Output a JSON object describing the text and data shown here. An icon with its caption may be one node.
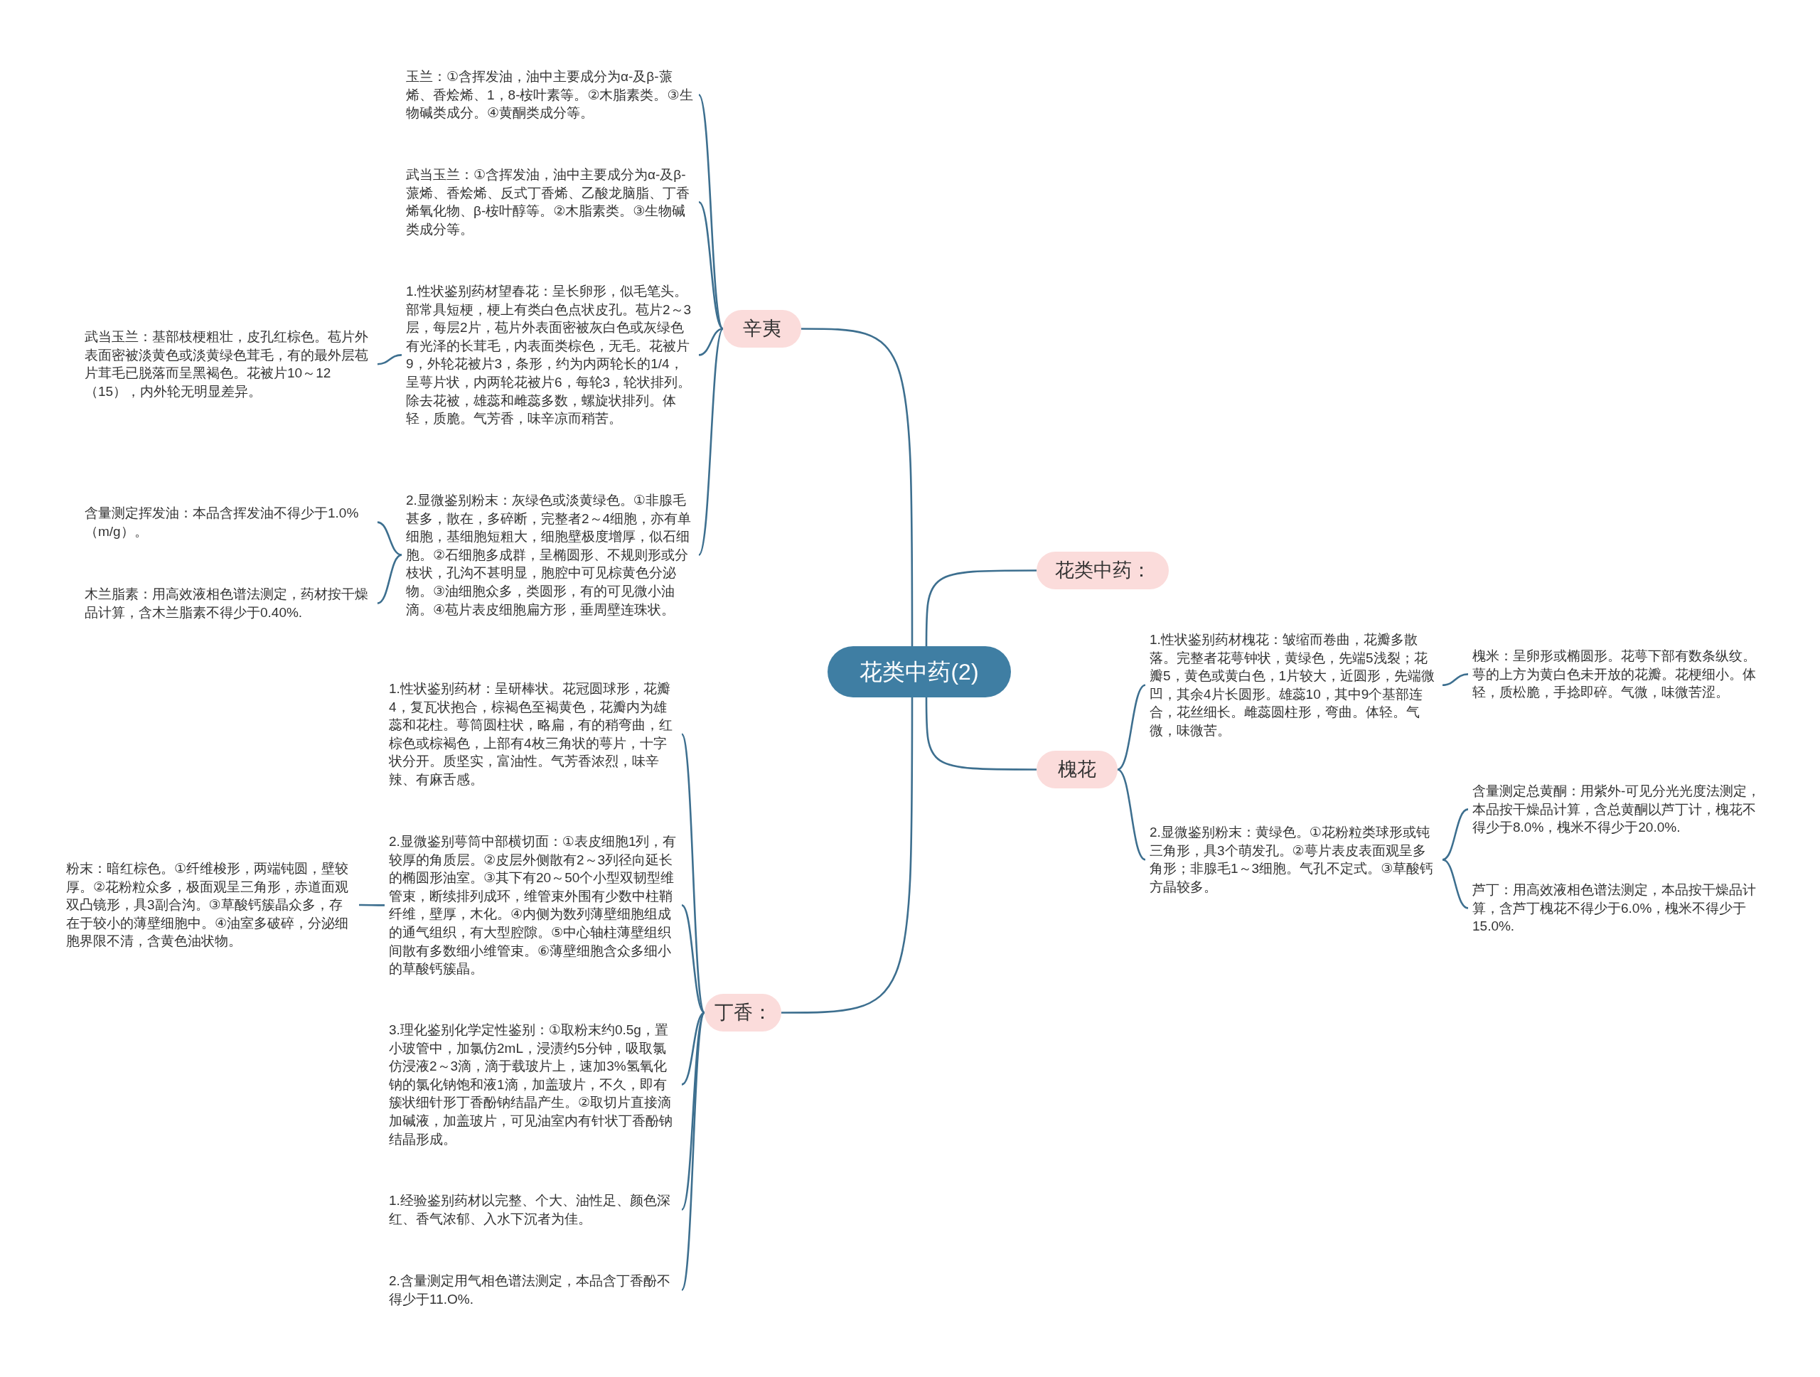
{
  "diagram": {
    "nodes": [
      {
        "text": [
          "花类中药(2)"
        ]
      },
      {
        "text": [
          "辛夷"
        ]
      },
      {
        "text": [
          "花类中药："
        ]
      },
      {
        "text": [
          "槐花"
        ]
      },
      {
        "text": [
          "丁香："
        ]
      },
      {
        "text": [
          "玉兰：①含挥发油，油中主要成分为α-及β-蒎烯、香烩烯、1，8-桉叶素等。②木脂素类。③生物碱类成分。④黄酮类成分等。"
        ]
      },
      {
        "text": [
          "武当玉兰：①含挥发油，油中主要成分为α-及β-蒎烯、香烩烯、反式丁香烯、乙酸龙脑脂、丁香烯氧化物、β-桉叶醇等。②木脂素类。③生物碱类成分等。"
        ]
      },
      {
        "text": [
          "1.性状鉴别药材望春花：呈长卵形，似毛笔头。部常具短梗，梗上有类白色点状皮孔。苞片2～3层，每层2片，苞片外表面密被灰白色或灰绿色有光泽的长茸毛，内表面类棕色，无毛。花被片9，外轮花被片3，条形，约为内两轮长的1/4，呈萼片状，内两轮花被片6，每轮3，轮状排列。除去花被，雄蕊和雌蕊多数，螺旋状排列。体轻，质脆。气芳香，味辛凉而稍苦。"
        ]
      },
      {
        "text": [
          "武当玉兰：基部枝梗粗壮，皮孔红棕色。苞片外表面密被淡黄色或淡黄绿色茸毛，有的最外层苞片茸毛已脱落而呈黑褐色。花被片10～12（15），内外轮无明显差异。"
        ]
      },
      {
        "text": [
          "2.显微鉴别粉末：灰绿色或淡黄绿色。①非腺毛甚多，散在，多碎断，完整者2～4细胞，亦有单细胞，基细胞短粗大，细胞壁极度增厚，似石细胞。②石细胞多成群，呈椭圆形、不规则形或分枝状，孔沟不甚明显，胞腔中可见棕黄色分泌物。③油细胞众多，类圆形，有的可见微小油滴。④苞片表皮细胞扁方形，垂周壁连珠状。"
        ]
      },
      {
        "text": [
          "含量测定挥发油：本品含挥发油不得少于1.0%（m/g）。"
        ]
      },
      {
        "text": [
          "木兰脂素：用高效液相色谱法测定，药材按干燥品计算，含木兰脂素不得少于0.40%."
        ]
      },
      {
        "text": [
          "1.性状鉴别药材：呈研棒状。花冠圆球形，花瓣4，复瓦状抱合，棕褐色至褐黄色，花瓣内为雄蕊和花柱。萼筒圆柱状，略扁，有的稍弯曲，红棕色或棕褐色，上部有4枚三角状的萼片，十字状分开。质坚实，富油性。气芳香浓烈，味辛辣、有麻舌感。"
        ]
      },
      {
        "text": [
          "2.显微鉴别萼筒中部横切面：①表皮细胞1列，有较厚的角质层。②皮层外侧散有2～3列径向延长的椭圆形油室。③其下有20～50个小型双韧型维管束，断续排列成环，维管束外围有少数中柱鞘纤维，壁厚，木化。④内侧为数列薄壁细胞组成的通气组织，有大型腔隙。⑤中心轴柱薄壁组织间散有多数细小维管束。⑥薄壁细胞含众多细小的草酸钙簇晶。"
        ]
      },
      {
        "text": [
          "粉末：暗红棕色。①纤维梭形，两端钝圆，壁较厚。②花粉粒众多，极面观呈三角形，赤道面观双凸镜形，具3副合沟。③草酸钙簇晶众多，存在于较小的薄壁细胞中。④油室多破碎，分泌细胞界限不清，含黄色油状物。"
        ]
      },
      {
        "text": [
          "3.理化鉴别化学定性鉴别：①取粉末约0.5g，置小玻管中，加氯仿2mL，浸渍约5分钟，吸取氯仿浸液2～3滴，滴于载玻片上，速加3%氢氧化钠的氯化钠饱和液1滴，加盖玻片，不久，即有簇状细针形丁香酚钠结晶产生。②取切片直接滴加碱液，加盖玻片，可见油室内有针状丁香酚钠结晶形成。"
        ]
      },
      {
        "text": [
          "1.经验鉴别药材以完整、个大、油性足、颜色深红、香气浓郁、入水下沉者为佳。"
        ]
      },
      {
        "text": [
          "2.含量测定用气相色谱法测定，本品含丁香酚不得少于11.O%."
        ]
      },
      {
        "text": [
          "1.性状鉴别药材槐花：皱缩而卷曲，花瓣多散落。完整者花萼钟状，黄绿色，先端5浅裂；花瓣5，黄色或黄白色，1片较大，近圆形，先端微凹，其余4片长圆形。雄蕊10，其中9个基部连合，花丝细长。雌蕊圆柱形，弯曲。体轻。气微，味微苦。"
        ]
      },
      {
        "text": [
          "2.显微鉴别粉末：黄绿色。①花粉粒类球形或钝三角形，具3个萌发孔。②萼片表皮表面观呈多角形；非腺毛1～3细胞。气孔不定式。③草酸钙方晶较多。"
        ]
      },
      {
        "text": [
          "槐米：呈卵形或椭圆形。花萼下部有数条纵纹。萼的上方为黄白色未开放的花瓣。花梗细小。体轻，质松脆，手捻即碎。气微，味微苦涩。"
        ]
      },
      {
        "text": [
          "含量测定总黄酮：用紫外-可见分光光度法测定，本品按干燥品计算，含总黄酮以芦丁计，槐花不得少于8.0%，槐米不得少于20.0%."
        ]
      },
      {
        "text": [
          "芦丁：用高效液相色谱法测定，本品按干燥品计算，含芦丁槐花不得少于6.0%，槐米不得少于15.0%."
        ]
      }
    ],
    "edges": [
      {
        "from": 0,
        "to": 1,
        "arrow": "none"
      },
      {
        "from": 0,
        "to": 2,
        "arrow": "none"
      },
      {
        "from": 0,
        "to": 3,
        "arrow": "none"
      },
      {
        "from": 0,
        "to": 4,
        "arrow": "none"
      },
      {
        "from": 1,
        "to": 5,
        "arrow": "none"
      },
      {
        "from": 1,
        "to": 6,
        "arrow": "none"
      },
      {
        "from": 1,
        "to": 7,
        "arrow": "none"
      },
      {
        "from": 1,
        "to": 9,
        "arrow": "none"
      },
      {
        "from": 7,
        "to": 8,
        "arrow": "none"
      },
      {
        "from": 9,
        "to": 10,
        "arrow": "none"
      },
      {
        "from": 9,
        "to": 11,
        "arrow": "none"
      },
      {
        "from": 4,
        "to": 12,
        "arrow": "none"
      },
      {
        "from": 4,
        "to": 13,
        "arrow": "none"
      },
      {
        "from": 4,
        "to": 15,
        "arrow": "none"
      },
      {
        "from": 4,
        "to": 16,
        "arrow": "none"
      },
      {
        "from": 4,
        "to": 17,
        "arrow": "none"
      },
      {
        "from": 13,
        "to": 14,
        "arrow": "none"
      },
      {
        "from": 3,
        "to": 18,
        "arrow": "none"
      },
      {
        "from": 3,
        "to": 19,
        "arrow": "none"
      },
      {
        "from": 18,
        "to": 20,
        "arrow": "none"
      },
      {
        "from": 19,
        "to": 21,
        "arrow": "none"
      },
      {
        "from": 19,
        "to": 22,
        "arrow": "none"
      }
    ]
  }
}
